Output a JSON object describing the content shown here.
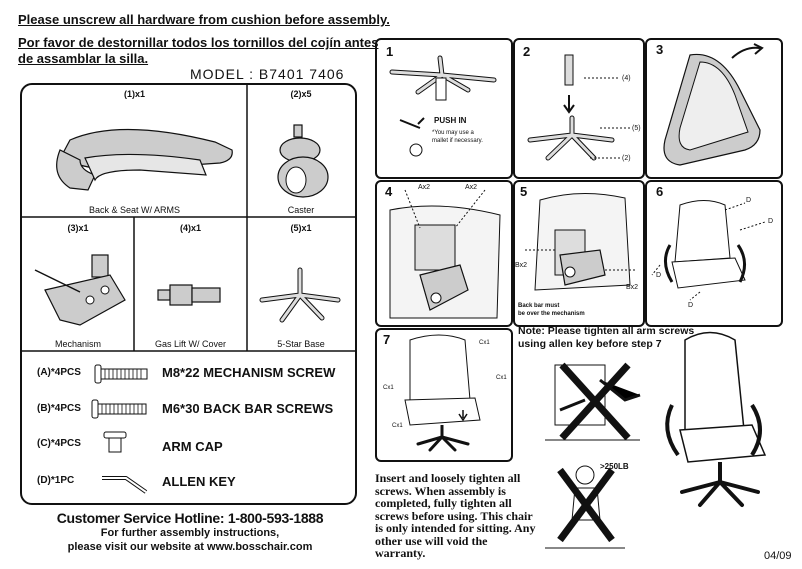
{
  "header": {
    "line1": "Please unscrew all hardware from cushion before assembly.",
    "line2": "Por favor de destornillar todos los tornillos del cojín antes",
    "line3": "de assamblar la silla.",
    "model": "MODEL : B7401  7406"
  },
  "parts": {
    "p1": {
      "qty": "(1)x1",
      "caption": "Back & Seat W/ ARMS"
    },
    "p2": {
      "qty": "(2)x5",
      "caption": "Caster"
    },
    "p3": {
      "qty": "(3)x1",
      "caption": "Mechanism"
    },
    "p4": {
      "qty": "(4)x1",
      "caption": "Gas Lift W/ Cover"
    },
    "p5": {
      "qty": "(5)x1",
      "caption": "5-Star Base"
    }
  },
  "hardware": [
    {
      "label": "(A)*4PCS",
      "desc": "M8*22 MECHANISM SCREW"
    },
    {
      "label": "(B)*4PCS",
      "desc": "M6*30 BACK BAR SCREWS"
    },
    {
      "label": "(C)*4PCS",
      "desc": "ARM CAP"
    },
    {
      "label": "(D)*1PC",
      "desc": "ALLEN KEY"
    }
  ],
  "footer": {
    "hotline": "Customer Service Hotline: 1-800-593-1888",
    "line2": "For further assembly instructions,",
    "line3": "please visit our website at www.bosschair.com",
    "date": "04/09"
  },
  "steps": {
    "s1": {
      "num": "1",
      "push": "PUSH IN",
      "note1": "*You may use a",
      "note2": "mallet if necessary."
    },
    "s2": {
      "num": "2",
      "l4": "(4)",
      "l5": "(5)",
      "l2": "(2)"
    },
    "s3": {
      "num": "3"
    },
    "s4": {
      "num": "4",
      "ax_left": "Ax2",
      "ax_right": "Ax2"
    },
    "s5": {
      "num": "5",
      "bx_left": "Bx2",
      "bx_right": "Bx2",
      "note1": "Back bar must",
      "note2": "be over the mechanism"
    },
    "s6": {
      "num": "6",
      "d": "D"
    },
    "s7": {
      "num": "7",
      "cx1": "Cx1"
    }
  },
  "note": {
    "line1": "Note: Please tighten all arm screws",
    "line2": "using allen key before step 7"
  },
  "warning": {
    "weight": ">250LB",
    "text": "Insert and loosely tighten all screws. When assembly is completed, fully tighten all screws before using. This chair is only intended for sitting. Any other use will void the warranty."
  }
}
